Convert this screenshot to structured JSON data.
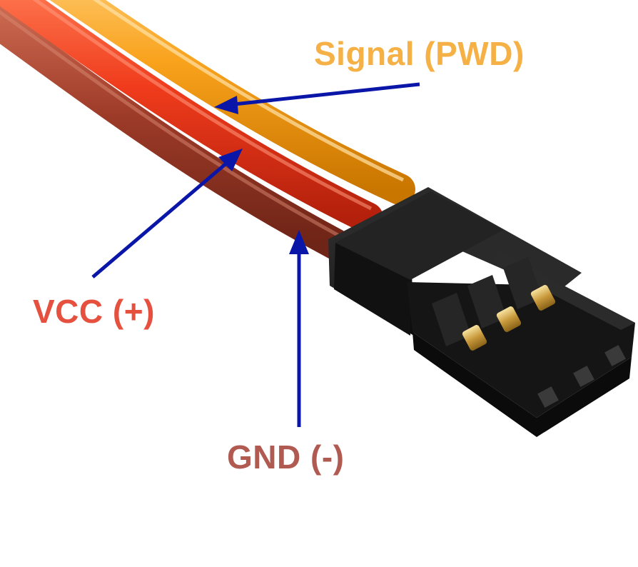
{
  "labels": {
    "signal": "Signal (PWD)",
    "vcc": "VCC (+)",
    "gnd": "GND (-)"
  },
  "colors": {
    "signal_text": "#f5b145",
    "vcc_text": "#e6513f",
    "gnd_text": "#b05a52",
    "arrow": "#0a16a8",
    "wire_signal": "#f9a21c",
    "wire_vcc": "#ef3b1c",
    "wire_gnd": "#9c3a28",
    "connector": "#1a1a1a",
    "pin_contact": "#c99a3c"
  },
  "icons": {
    "connector": "servo-connector-3pin",
    "pointer": "arrow-pointer"
  }
}
